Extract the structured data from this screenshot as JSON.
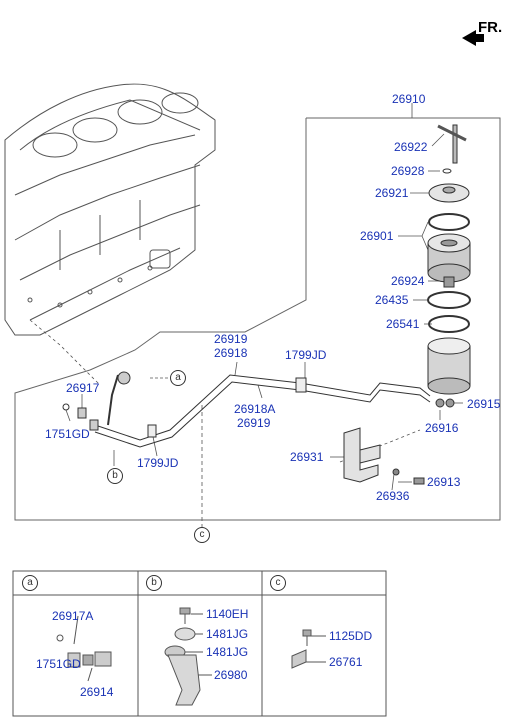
{
  "orientation": {
    "label": "FR."
  },
  "callouts": {
    "a": "a",
    "b": "b",
    "c": "c"
  },
  "main_labels": {
    "assy": "26910",
    "p26922": "26922",
    "p26928": "26928",
    "p26921": "26921",
    "p26901": "26901",
    "p26924": "26924",
    "p26435": "26435",
    "p26541": "26541",
    "p26919a": "26919",
    "p26918a": "26918",
    "p1799jd_top": "1799JD",
    "p26918A": "26918A",
    "p26919b": "26919",
    "p26915": "26915",
    "p26916": "26916",
    "p26931": "26931",
    "p26913": "26913",
    "p26936": "26936",
    "p26917": "26917",
    "p1751gd": "1751GD",
    "p1799jd_bot": "1799JD"
  },
  "detail_table": {
    "a": {
      "header": "a",
      "labels": [
        "26917A",
        "1751GD",
        "26914"
      ]
    },
    "b": {
      "header": "b",
      "labels": [
        "1140EH",
        "1481JG",
        "1481JG",
        "26980"
      ]
    },
    "c": {
      "header": "c",
      "labels": [
        "1125DD",
        "26761"
      ]
    }
  },
  "colors": {
    "label": "#1a33b5",
    "line": "#333333"
  }
}
